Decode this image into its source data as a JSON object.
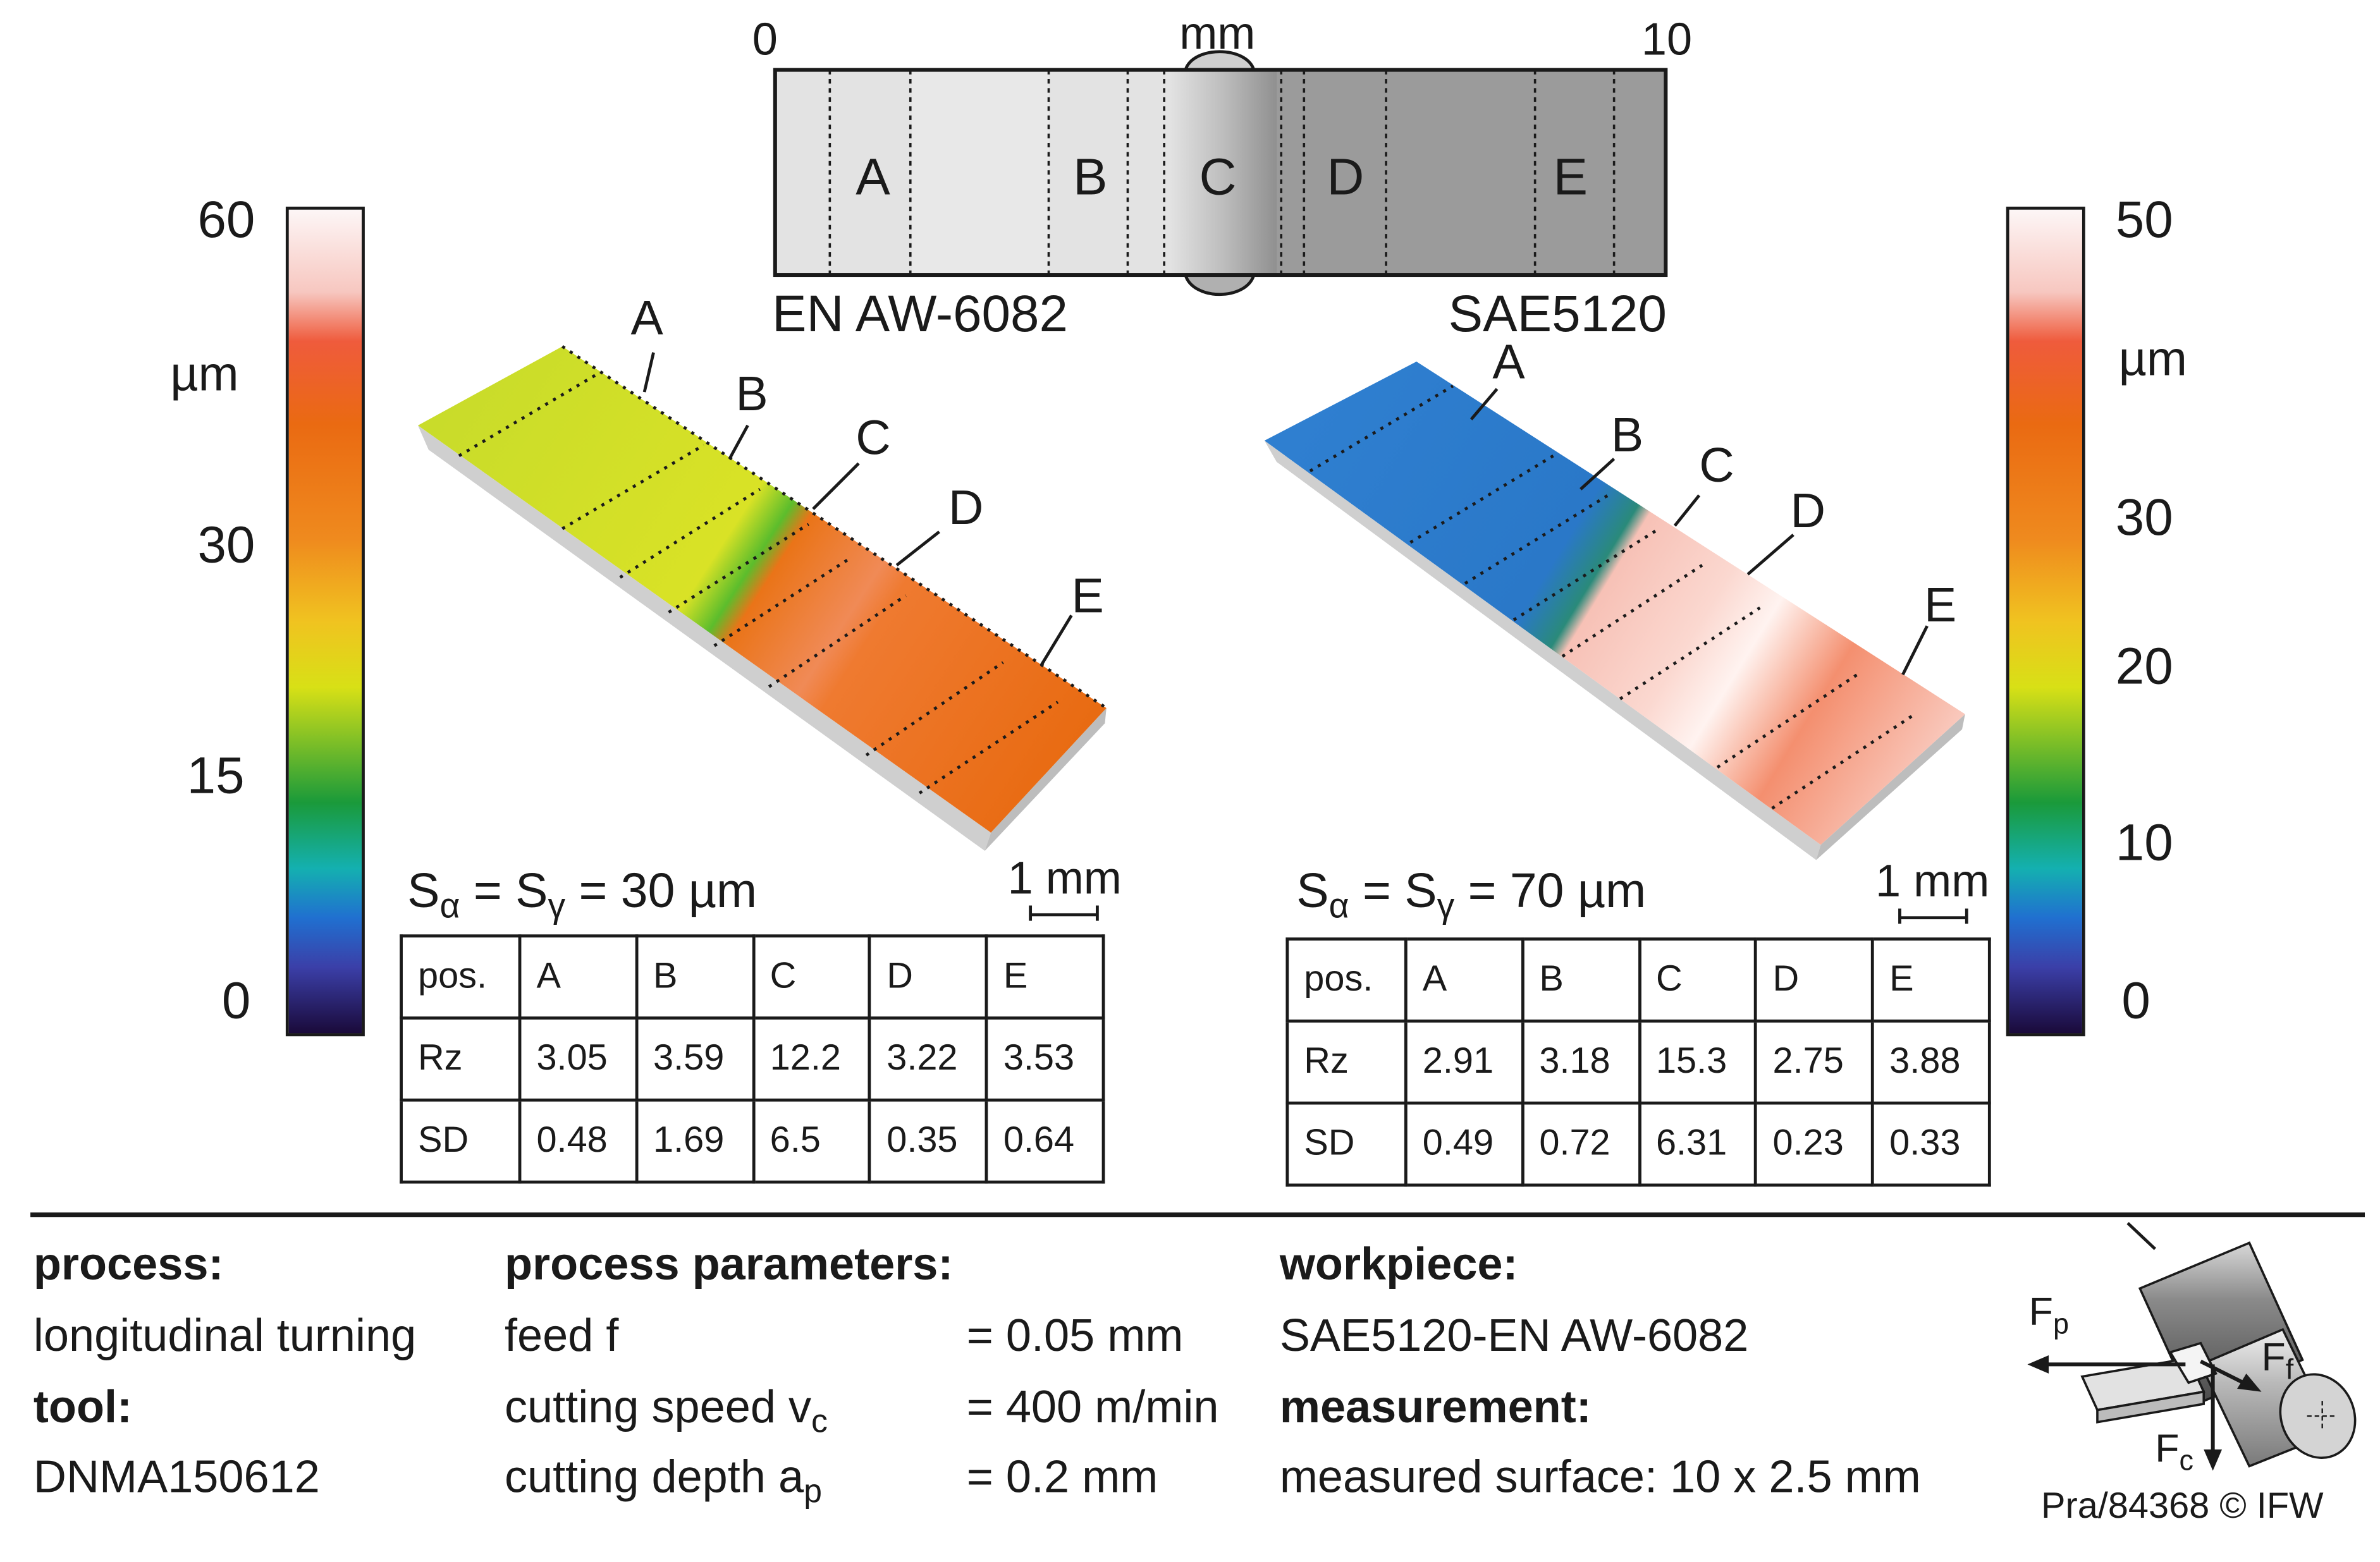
{
  "specimen": {
    "scale_start": "0",
    "scale_unit": "mm",
    "scale_end": "10",
    "zones": [
      "A",
      "B",
      "C",
      "D",
      "E"
    ],
    "material_left": "EN AW-6082",
    "material_right": "SAE5120"
  },
  "colorbar_left": {
    "ticks": [
      "60",
      "30",
      "15",
      "0"
    ],
    "unit": "µm"
  },
  "colorbar_right": {
    "ticks": [
      "50",
      "30",
      "20",
      "10",
      "0"
    ],
    "unit": "µm"
  },
  "left_panel": {
    "zone_labels": [
      "A",
      "B",
      "C",
      "D",
      "E"
    ],
    "spacing_label": {
      "S": "S",
      "alpha": "α",
      "eq": " = S",
      "gamma": "γ",
      "value": " = 30 µm"
    },
    "scale_label": "1 mm",
    "table": {
      "headers": [
        "pos.",
        "A",
        "B",
        "C",
        "D",
        "E"
      ],
      "rows": [
        [
          "Rz",
          "3.05",
          "3.59",
          "12.2",
          "3.22",
          "3.53"
        ],
        [
          "SD",
          "0.48",
          "1.69",
          "6.5",
          "0.35",
          "0.64"
        ]
      ]
    }
  },
  "right_panel": {
    "zone_labels": [
      "A",
      "B",
      "C",
      "D",
      "E"
    ],
    "spacing_label": {
      "S": "S",
      "alpha": "α",
      "eq": " = S",
      "gamma": "γ",
      "value": " = 70 µm"
    },
    "scale_label": "1 mm",
    "table": {
      "headers": [
        "pos.",
        "A",
        "B",
        "C",
        "D",
        "E"
      ],
      "rows": [
        [
          "Rz",
          "2.91",
          "3.18",
          "15.3",
          "2.75",
          "3.88"
        ],
        [
          "SD",
          "0.49",
          "0.72",
          "6.31",
          "0.23",
          "0.33"
        ]
      ]
    }
  },
  "footer": {
    "process_heading": "process:",
    "process_value": "longitudinal turning",
    "tool_heading": "tool:",
    "tool_value": "DNMA150612",
    "params_heading": "process parameters:",
    "params": [
      {
        "name": "feed f",
        "sub": "",
        "value": "= 0.05 mm"
      },
      {
        "name": "cutting speed v",
        "sub": "c",
        "value": "= 400 m/min"
      },
      {
        "name": "cutting depth a",
        "sub": "p",
        "value": "= 0.2 mm"
      }
    ],
    "workpiece_heading": "workpiece:",
    "workpiece_value": "SAE5120-EN AW-6082",
    "measurement_heading": "measurement:",
    "measurement_value": "measured surface: 10 x 2.5 mm",
    "force_labels": {
      "Fp": "F",
      "p": "p",
      "Ff": "F",
      "f": "f",
      "Fc": "F",
      "c": "c"
    },
    "credit": "Pra/84368 © IFW"
  },
  "colors": {
    "aluminium_gray": "#e4e4e4",
    "steel_gray": "#9a9a9a",
    "jet_low": "#2a1a6e",
    "jet_high": "#fff4f4"
  }
}
